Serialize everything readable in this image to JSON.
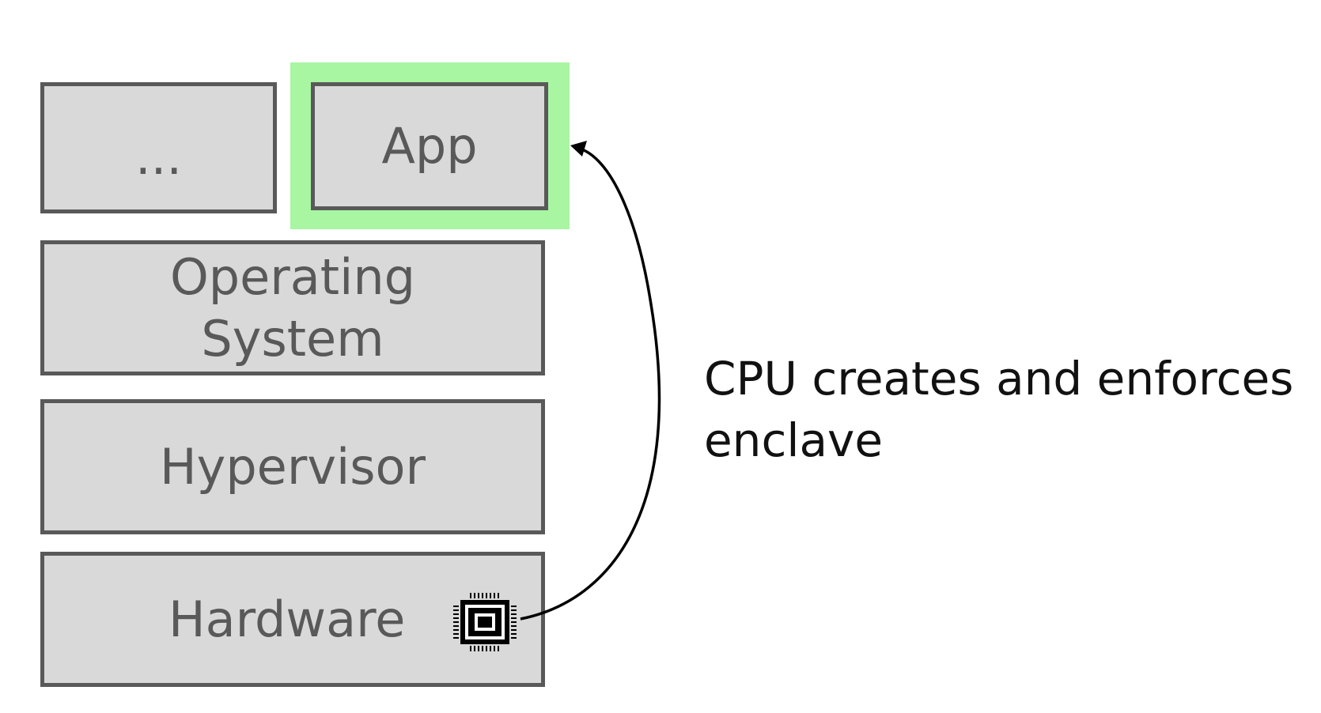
{
  "layers": {
    "ellipsis": "...",
    "app": "App",
    "os_line1": "Operating",
    "os_line2": "System",
    "hypervisor": "Hypervisor",
    "hardware": "Hardware"
  },
  "annotation": {
    "text": "CPU creates and enforces enclave"
  },
  "icons": {
    "chip": "cpu-chip-icon",
    "arrow": "curved-arrow"
  },
  "colors": {
    "layer_fill": "#d9d9d9",
    "layer_border": "#595959",
    "layer_text": "#595959",
    "enclave_highlight": "#a8f5a2",
    "annotation_text": "#111111"
  }
}
